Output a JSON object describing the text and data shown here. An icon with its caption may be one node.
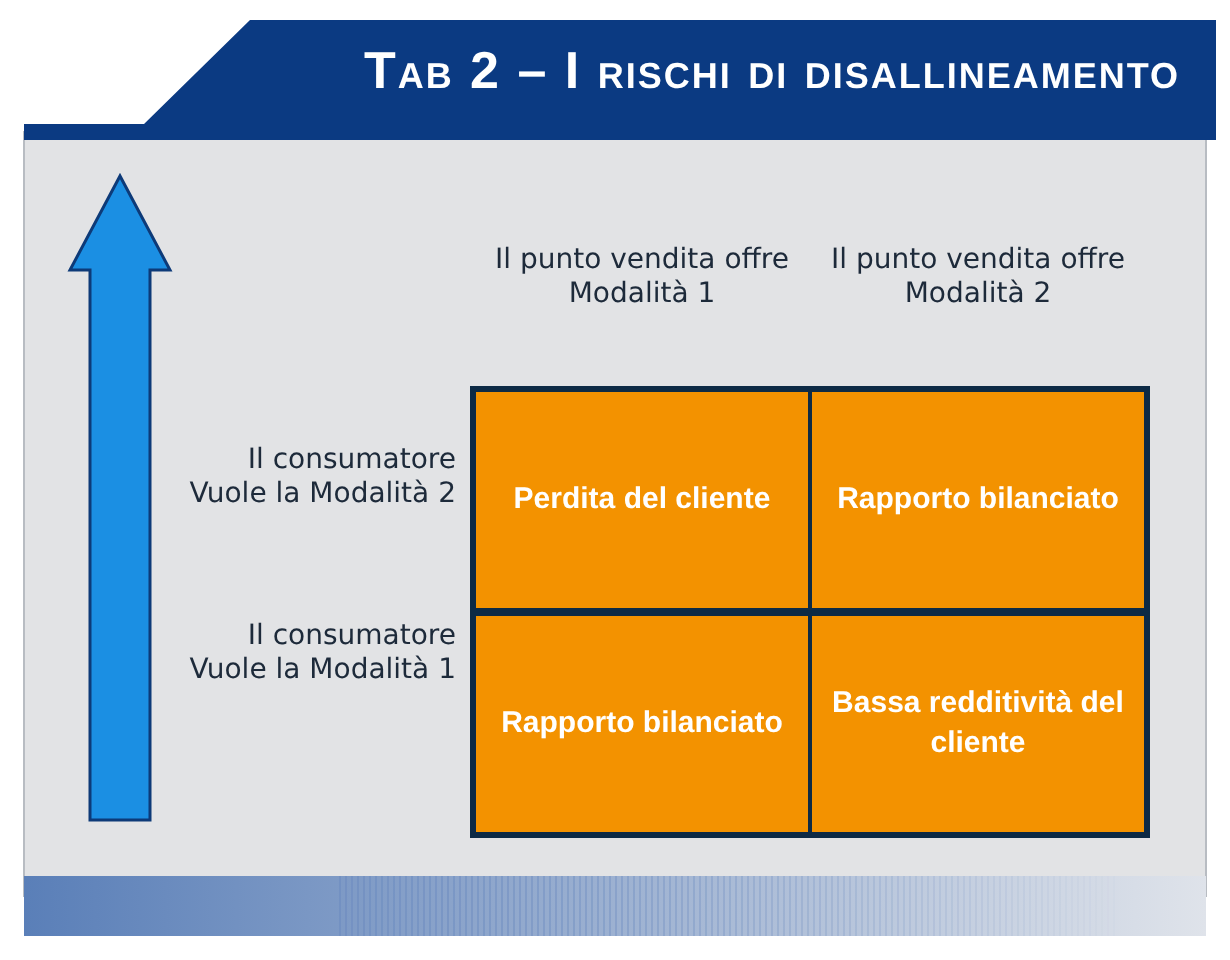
{
  "diagram": {
    "title": "Tab 2 – I rischi di disallineamento",
    "nodes": [
      {
        "text": [
          "Perdita del cliente"
        ]
      },
      {
        "text": [
          "Rapporto bilanciato"
        ]
      },
      {
        "text": [
          "Rapporto bilanciato"
        ]
      },
      {
        "text": [
          "Bassa redditività del cliente"
        ]
      }
    ],
    "edges": [],
    "labels": [
      "Il punto vendita offre Modalità 1",
      "Il punto vendita offre Modalità 2",
      "Il consumatore Vuole la Modalità 2",
      "Il consumatore Vuole la Modalità 1"
    ]
  }
}
